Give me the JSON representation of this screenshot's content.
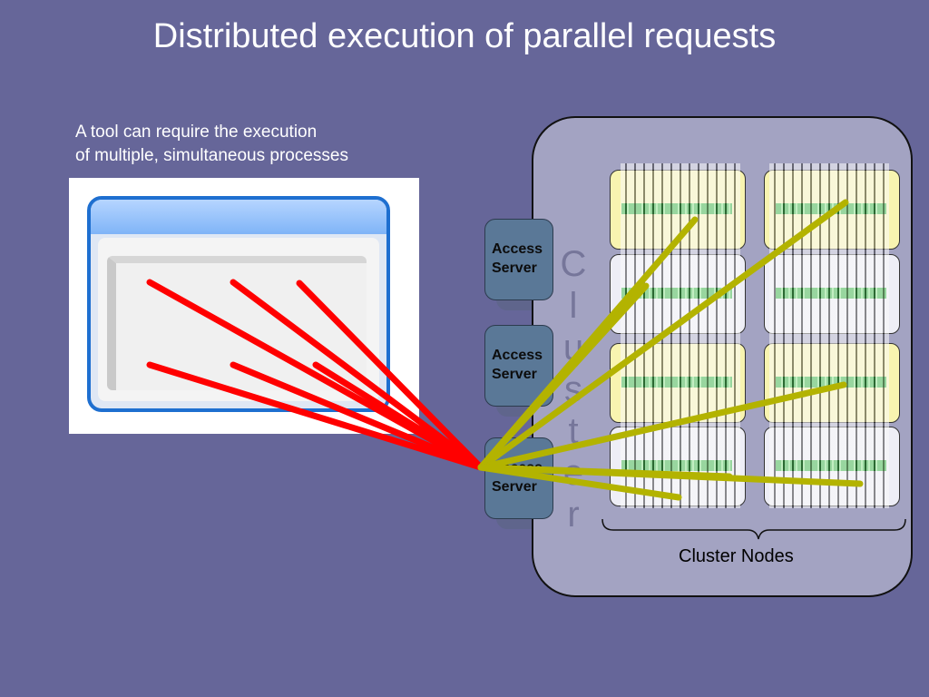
{
  "title": "Distributed execution of parallel requests",
  "caption": {
    "line1": "A tool can require the execution",
    "line2": "of multiple, simultaneous processes"
  },
  "access_servers": [
    {
      "line1": "Access",
      "line2": "Server"
    },
    {
      "line1": "Access",
      "line2": "Server"
    },
    {
      "line1": "Access",
      "line2": "Server"
    }
  ],
  "cluster_letters": [
    "C",
    "l",
    "u",
    "s",
    "t",
    "e",
    "r"
  ],
  "cluster_nodes_label": "Cluster Nodes",
  "colors": {
    "background": "#666699",
    "request_lines": "#ff0000",
    "dispatch_lines": "#b3b300",
    "node_yellow": "#f8f4b0",
    "node_white": "#eeeef6"
  }
}
